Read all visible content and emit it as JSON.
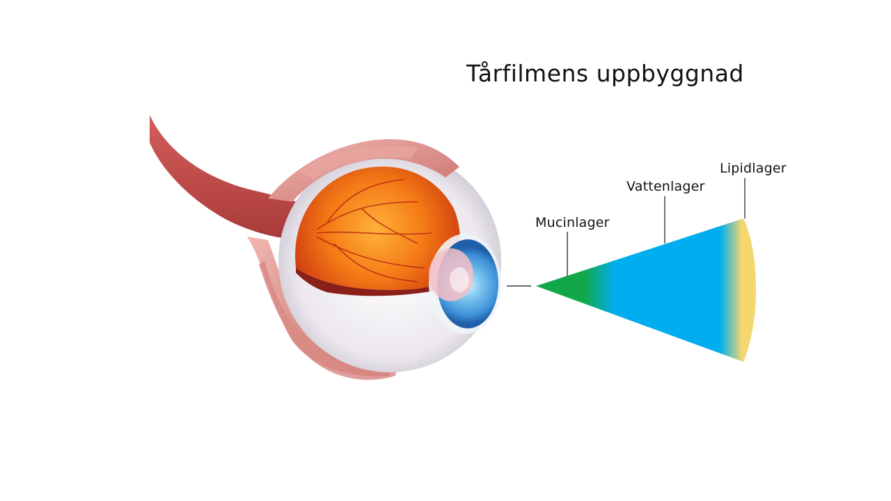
{
  "title": "Tårfilmens uppbyggnad",
  "layers": [
    {
      "label": "Mucinlager",
      "color": "#12a84a"
    },
    {
      "label": "Vattenlager",
      "color": "#00aeef"
    },
    {
      "label": "Lipidlager",
      "color": "#f5d76e"
    }
  ],
  "colors": {
    "muscle": "#c9504c",
    "retina": "#f07a1a",
    "sclera": "#e9e6ea",
    "iris": "#3b8fd6"
  }
}
